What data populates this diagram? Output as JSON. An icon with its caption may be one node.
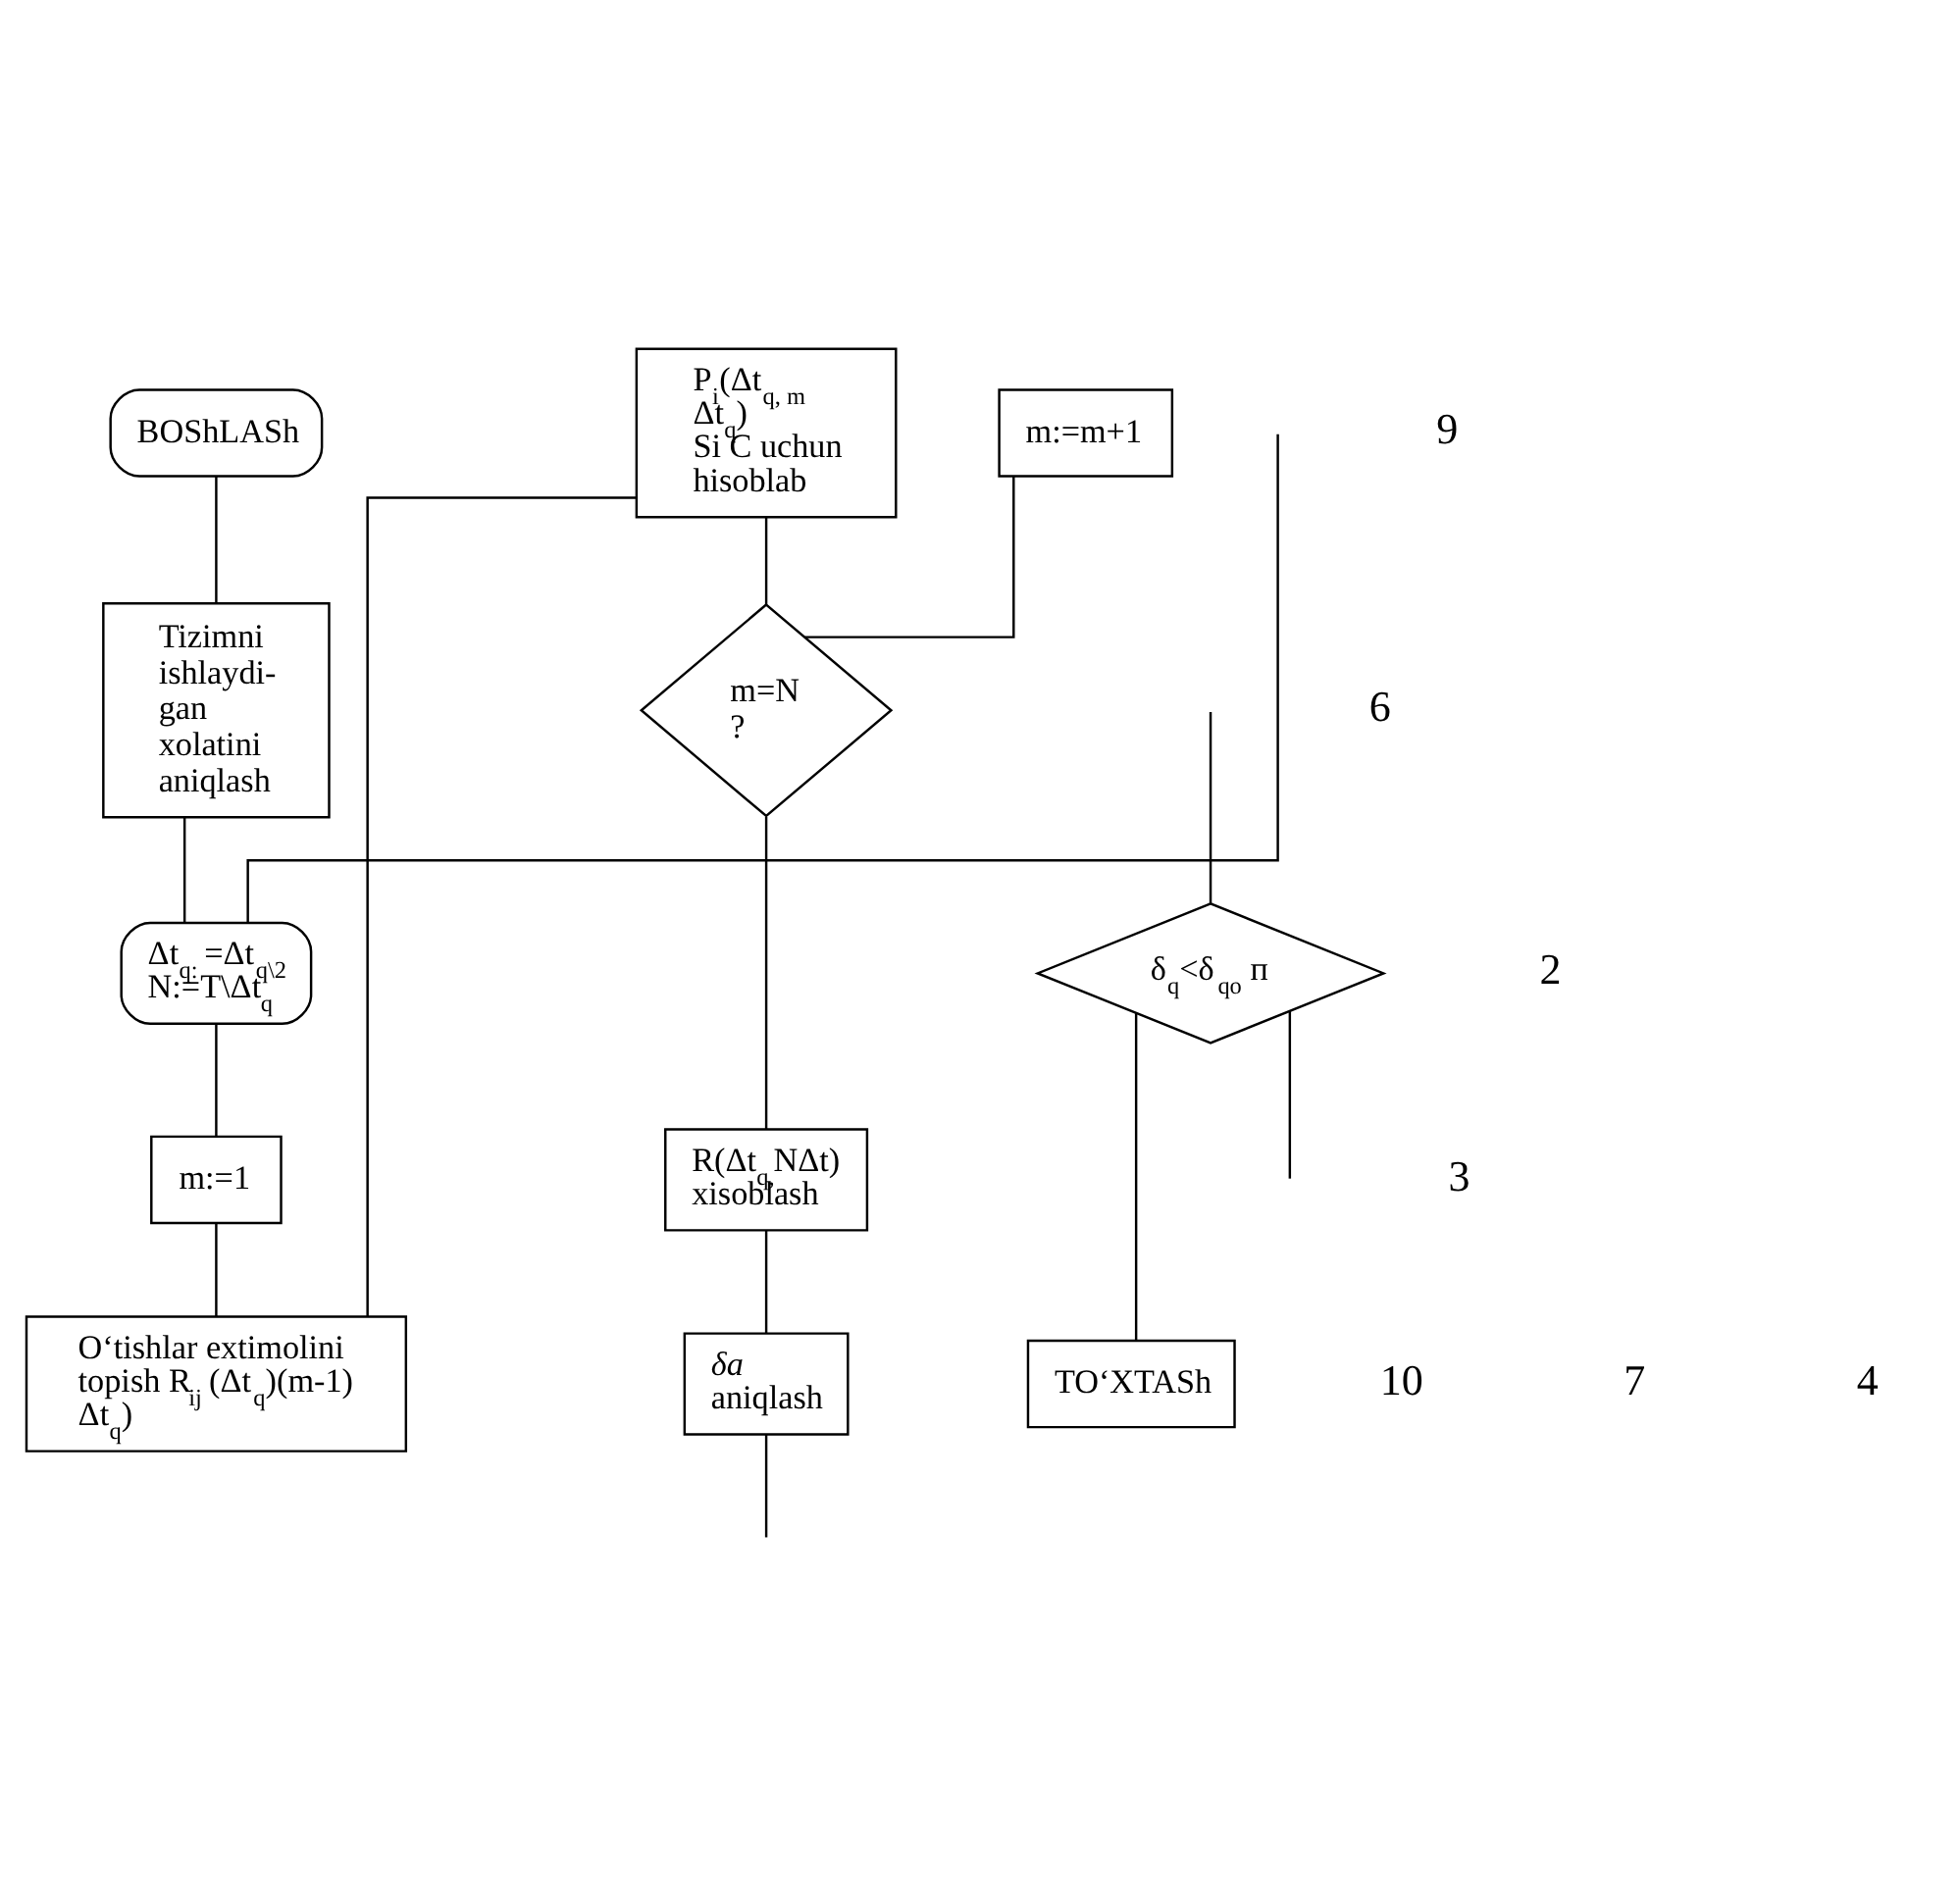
{
  "diagram": {
    "nodes": [
      {
        "text": [
          "BOShLASh"
        ]
      },
      {
        "text": [
          "Tizimni ishlaydi- gan xolatini aniqlash"
        ]
      },
      {
        "text": [
          "Δt$_{q:}$ =Δt$_{q\\2}$",
          "N:=T\\Δt$_{q}$"
        ]
      },
      {
        "text": [
          "m:=1"
        ]
      },
      {
        "text": [
          "O‘tishlar extimolini topish R$_{ij}$ (Δt$_{q}$)(m-1) Δt$_{q}$)"
        ]
      },
      {
        "text": [
          "P$_{i}$(Δt$_{q, m}$ Δt$_{q}$) Si C uchun hisoblab"
        ]
      },
      {
        "text": [
          "m=N ?"
        ]
      },
      {
        "text": [
          "R(Δt$_{q,}$NΔt) xisoblash"
        ]
      },
      {
        "text": [
          "*δa* aniqlash"
        ]
      },
      {
        "text": [
          "m:=m+1"
        ]
      },
      {
        "text": [
          "δ$_{q}$<δ$_{qo}$ п"
        ]
      },
      {
        "text": [
          "TO‘XTASh"
        ]
      }
    ],
    "edges": [
      {
        "from": 0,
        "to": 1,
        "arrow": "none"
      },
      {
        "from": 1,
        "to": 2,
        "arrow": "none"
      },
      {
        "from": null,
        "to": 2,
        "arrow": "none"
      },
      {
        "from": 2,
        "to": 3,
        "arrow": "none"
      },
      {
        "from": 3,
        "to": 4,
        "arrow": "none"
      },
      {
        "from": 4,
        "to": 5,
        "arrow": "none"
      },
      {
        "from": 5,
        "to": 6,
        "arrow": "none"
      },
      {
        "from": 6,
        "to": 7,
        "arrow": "none"
      },
      {
        "from": 7,
        "to": 8,
        "arrow": "none"
      },
      {
        "from": 8,
        "to": null,
        "arrow": "none"
      },
      {
        "from": 6,
        "to": 9,
        "arrow": "none"
      },
      {
        "from": null,
        "to": 10,
        "arrow": "none"
      },
      {
        "from": 10,
        "to": 11,
        "arrow": "none"
      },
      {
        "from": 10,
        "to": null,
        "arrow": "none"
      }
    ],
    "labels": [
      "9",
      "2",
      "6",
      "3",
      "10",
      "7",
      "4"
    ]
  }
}
